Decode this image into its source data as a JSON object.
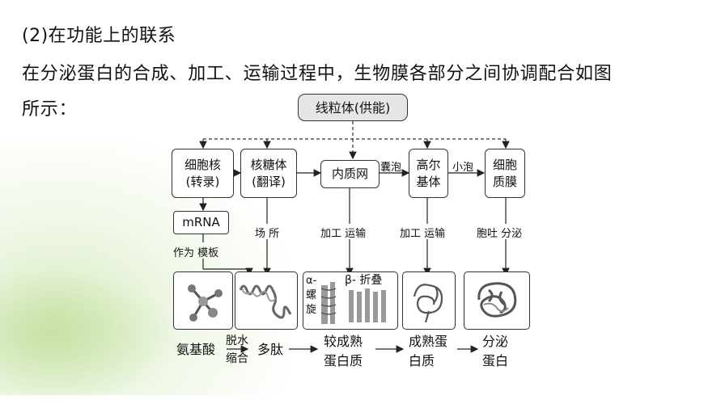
{
  "heading": "(2)在功能上的联系",
  "intro_line1": "在分泌蛋白的合成、加工、运输过程中，生物膜各部分之间协调配合如图",
  "intro_line2": "所示：",
  "diagram": {
    "mito": "线粒体(供能)",
    "nucleus": [
      "细胞核",
      "(转录)"
    ],
    "ribosome": [
      "核糖体",
      "(翻译)"
    ],
    "er": "内质网",
    "golgi": [
      "高尔",
      "基体"
    ],
    "membrane": [
      "细胞",
      "质膜"
    ],
    "mrna": "mRNA",
    "arrow_vesicle1": "囊泡",
    "arrow_vesicle2": "小泡",
    "template_label": "作为 模板",
    "site_label": "场 所",
    "er_process": "加工 运输",
    "golgi_process": "加工 运输",
    "membrane_process": "胞吐 分泌",
    "alpha_label": [
      "α-",
      "螺",
      "旋"
    ],
    "beta_label": "β- 折叠",
    "amino_acid": "氨基酸",
    "dehydration": [
      "脱水",
      "缩合"
    ],
    "polypeptide": "多肽",
    "mature_protein_partial": [
      "较成熟",
      "蛋白质"
    ],
    "mature_protein": [
      "成熟蛋",
      "白质"
    ],
    "secreted_protein": [
      "分泌",
      "蛋白"
    ]
  }
}
